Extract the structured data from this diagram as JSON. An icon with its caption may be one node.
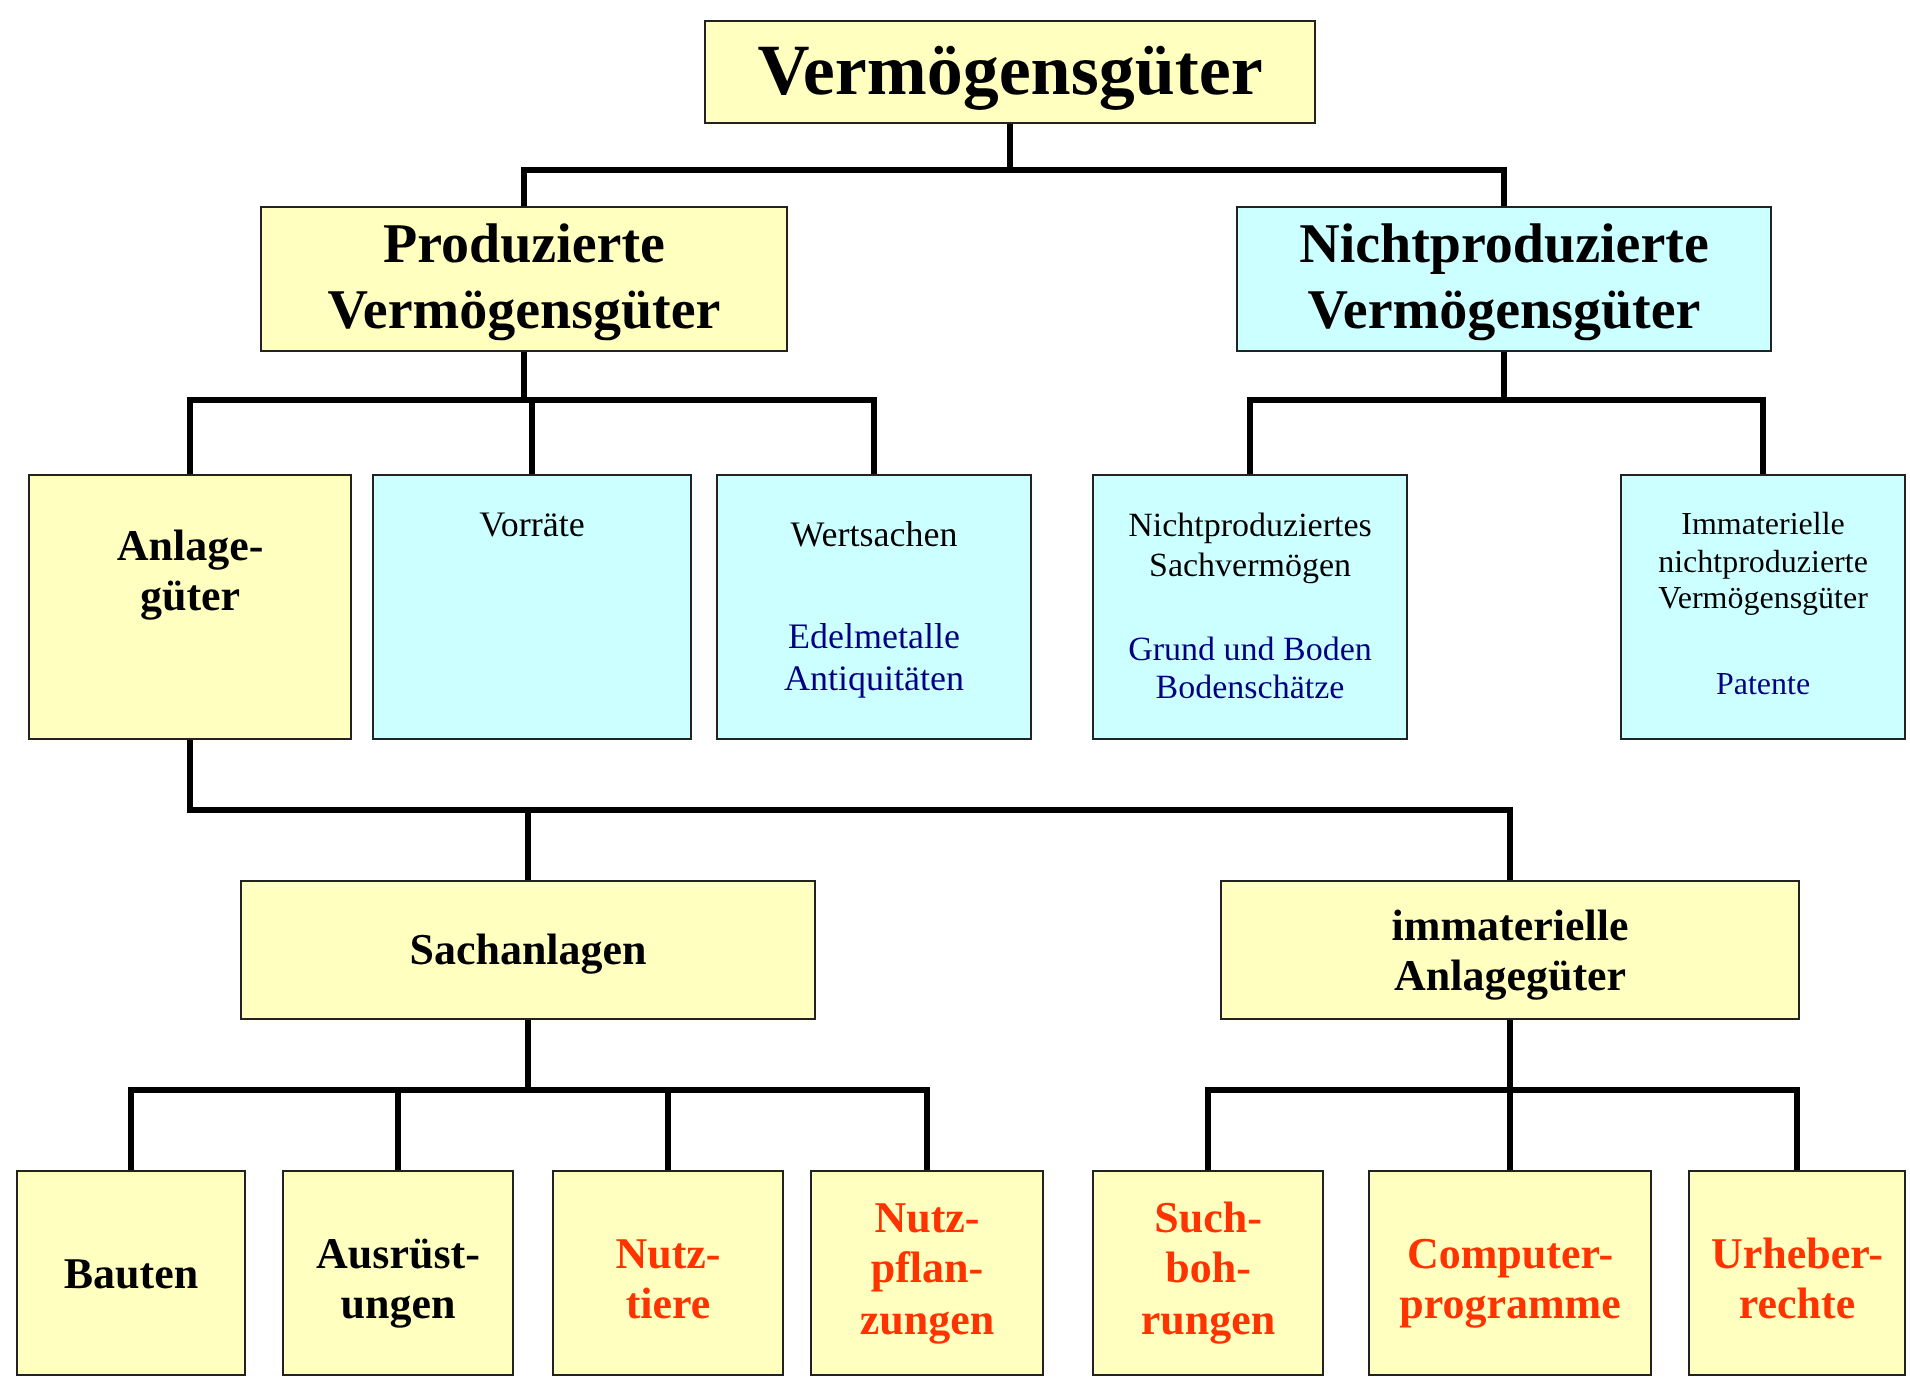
{
  "diagram": {
    "nodes": [
      {
        "text": [
          "Vermögensgüter"
        ]
      },
      {
        "text": [
          "Produzierte Vermögensgüter"
        ]
      },
      {
        "text": [
          "Nichtproduzierte Vermögensgüter"
        ]
      },
      {
        "text": [
          "Anlage- güter"
        ]
      },
      {
        "text": [
          "Vorräte"
        ]
      },
      {
        "text": [
          "Wertsachen",
          "Edelmetalle Antiquitäten"
        ]
      },
      {
        "text": [
          "Nichtproduziertes Sachvermögen",
          "Grund und Boden Bodenschätze"
        ]
      },
      {
        "text": [
          "Immaterielle nichtproduzierte Vermögensgüter",
          "Patente"
        ]
      },
      {
        "text": [
          "Sachanlagen"
        ]
      },
      {
        "text": [
          "immaterielle Anlagegüter"
        ]
      },
      {
        "text": [
          "Bauten"
        ]
      },
      {
        "text": [
          "Ausrüst- ungen"
        ]
      },
      {
        "text": [
          "Nutz- tiere"
        ]
      },
      {
        "text": [
          "Nutz- pflan- zungen"
        ]
      },
      {
        "text": [
          "Such- boh- rungen"
        ]
      },
      {
        "text": [
          "Computer- programme"
        ]
      },
      {
        "text": [
          "Urheber- rechte"
        ]
      }
    ],
    "edges": [
      {
        "from": 0,
        "to": 1,
        "arrow": "none"
      },
      {
        "from": 0,
        "to": 2,
        "arrow": "none"
      },
      {
        "from": 1,
        "to": 3,
        "arrow": "none"
      },
      {
        "from": 1,
        "to": 4,
        "arrow": "none"
      },
      {
        "from": 1,
        "to": 5,
        "arrow": "none"
      },
      {
        "from": 2,
        "to": 6,
        "arrow": "none"
      },
      {
        "from": 2,
        "to": 7,
        "arrow": "none"
      },
      {
        "from": 3,
        "to": 8,
        "arrow": "none"
      },
      {
        "from": 3,
        "to": 9,
        "arrow": "none"
      },
      {
        "from": 8,
        "to": 10,
        "arrow": "none"
      },
      {
        "from": 8,
        "to": 11,
        "arrow": "none"
      },
      {
        "from": 8,
        "to": 12,
        "arrow": "none"
      },
      {
        "from": 8,
        "to": 13,
        "arrow": "none"
      },
      {
        "from": 9,
        "to": 14,
        "arrow": "none"
      },
      {
        "from": 9,
        "to": 15,
        "arrow": "none"
      },
      {
        "from": 9,
        "to": 16,
        "arrow": "none"
      }
    ]
  }
}
